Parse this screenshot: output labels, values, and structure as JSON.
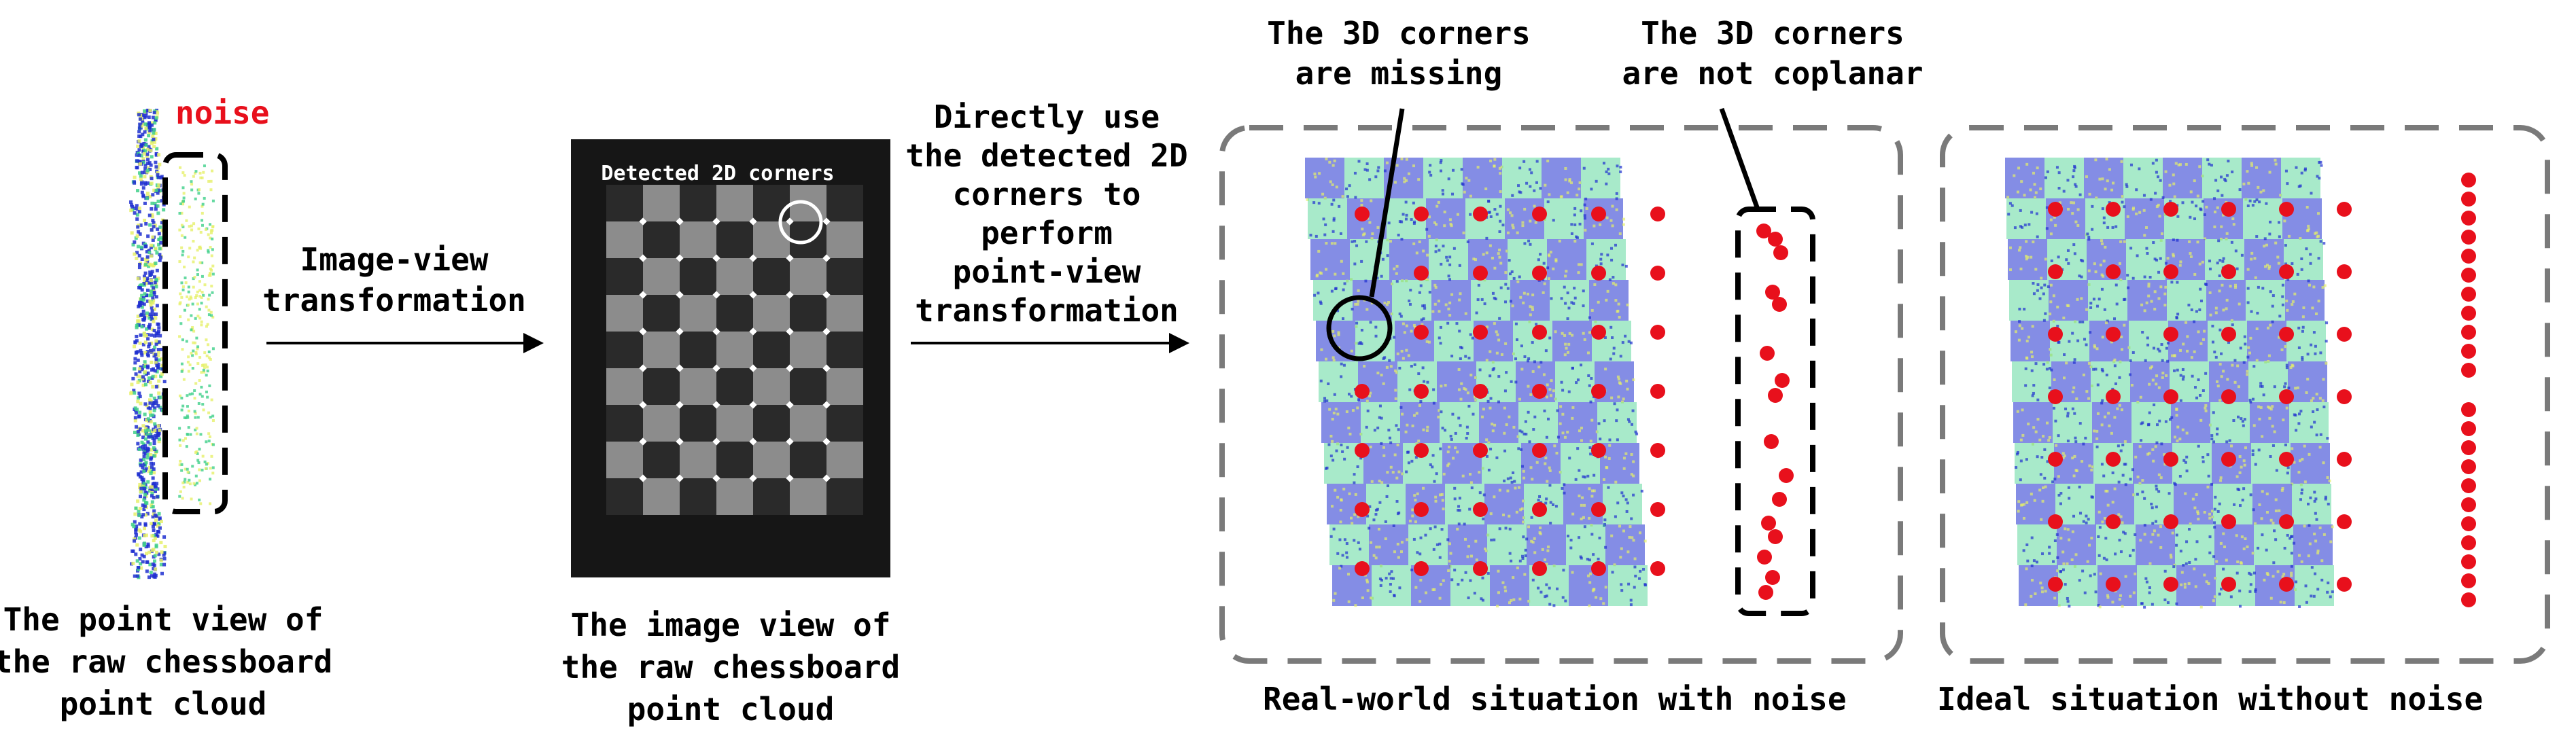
{
  "colors": {
    "noise_red": "#e8101c",
    "corner_red": "#e8101c",
    "dash_gray": "#7a7a7a",
    "point_blue": "#1f2fd0",
    "point_green": "#3fd08a",
    "point_yellow": "#e6f06a",
    "image_bg": "#161616"
  },
  "panel_raw": {
    "noise_label": "noise",
    "caption_lines": [
      "The point view of",
      "the raw chessboard",
      "point cloud"
    ]
  },
  "arrow_1": {
    "label_lines": [
      "Image-view",
      "transformation"
    ]
  },
  "panel_image": {
    "detected_label": "Detected 2D corners",
    "caption_lines": [
      "The image view of",
      "the raw chessboard",
      "point cloud"
    ]
  },
  "arrow_2": {
    "label_lines": [
      "Directly use",
      "the detected 2D",
      "corners to",
      "perform",
      "point-view",
      "transformation"
    ]
  },
  "panel_real": {
    "annotation_missing": [
      "The 3D corners",
      "are missing"
    ],
    "annotation_not_coplanar": [
      "The 3D corners",
      "are not coplanar"
    ],
    "caption_prefix": "Real-world situation with ",
    "caption_noise": "noise"
  },
  "panel_ideal": {
    "caption_prefix": "Ideal situation without ",
    "caption_noise": "noise"
  },
  "icons": {
    "arrow": "right-arrow-icon",
    "highlight_circle": "circle-highlight-icon",
    "dashed_box": "dashed-box-icon"
  }
}
